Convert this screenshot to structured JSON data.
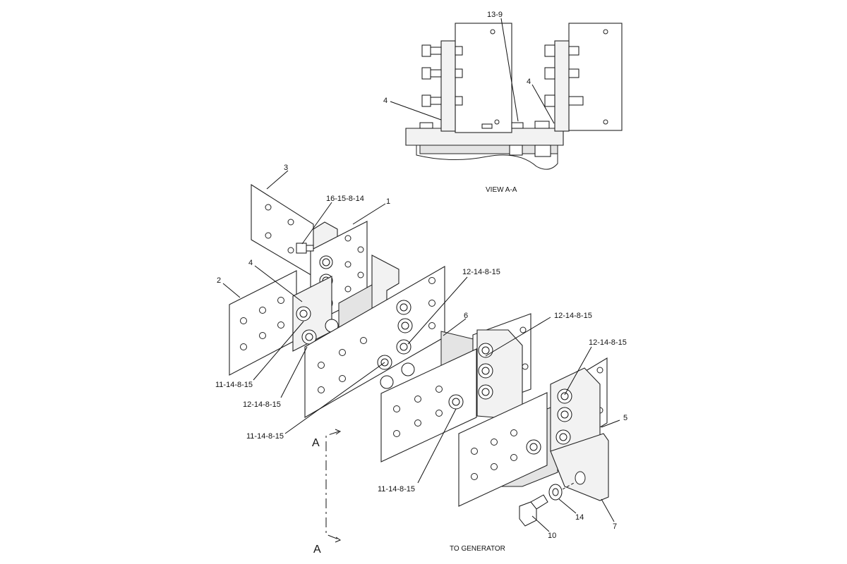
{
  "view_caption": "VIEW  A-A",
  "section_marker": "A",
  "generator_note": "TO GENERATOR",
  "callouts": {
    "c13_9": "13-9",
    "c4_left_view": "4",
    "c4_right_view": "4",
    "c3": "3",
    "c16": "16-15-8-14",
    "c1": "1",
    "c2": "2",
    "c4_main": "4",
    "c12a": "12-14-8-15",
    "c6": "6",
    "c12b": "12-14-8-15",
    "c12c": "12-14-8-15",
    "c11a": "11-14-8-15",
    "c12d": "12-14-8-15",
    "c11b": "11-14-8-15",
    "c5": "5",
    "c11c": "11-14-8-15",
    "c14": "14",
    "c7": "7",
    "c10": "10"
  }
}
